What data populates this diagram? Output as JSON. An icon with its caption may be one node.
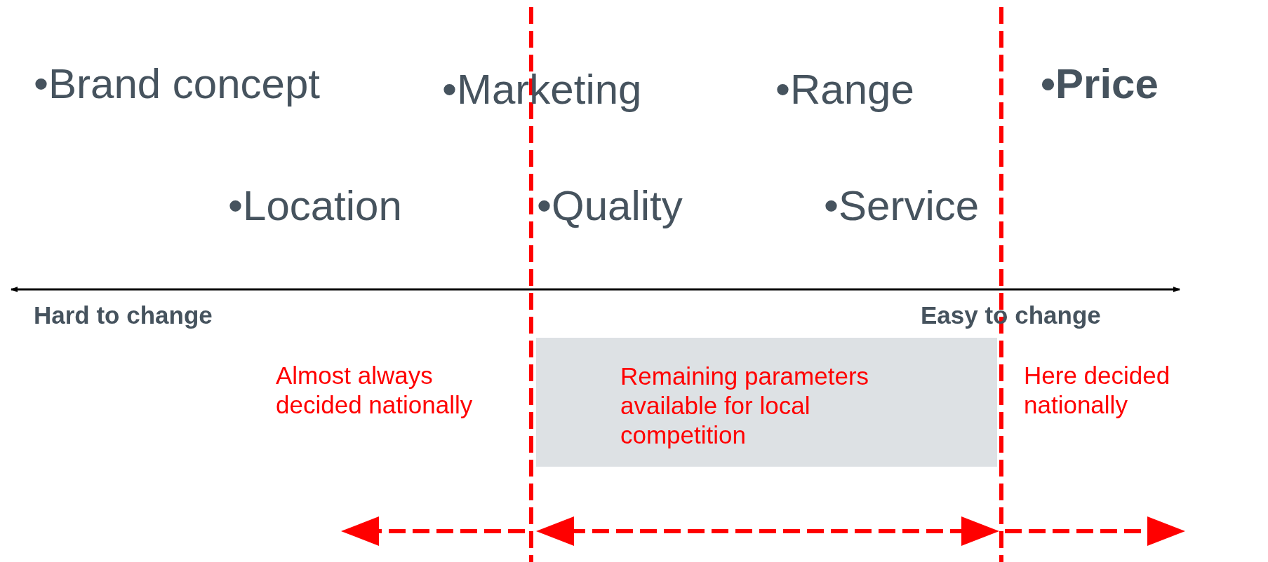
{
  "diagram": {
    "nodes": [
      {
        "text": [
          "Remaining parameters available for local competition"
        ]
      }
    ],
    "labels": [
      "•Brand concept",
      "•Marketing",
      "•Range",
      "•Price",
      "•Location",
      "•Quality",
      "•Service",
      "Hard to change",
      "Easy to change",
      "Almost always decided nationally",
      "Here decided nationally"
    ]
  }
}
